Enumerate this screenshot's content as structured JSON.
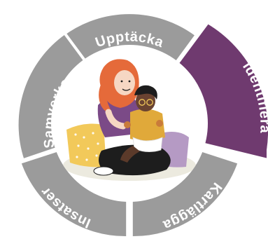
{
  "wheel": {
    "segments": [
      {
        "id": "upptacka",
        "label": "Upptäcka",
        "highlighted": false
      },
      {
        "id": "identifiera",
        "label": "Identifiera",
        "highlighted": true
      },
      {
        "id": "kartlagga",
        "label": "Kartlägga",
        "highlighted": false
      },
      {
        "id": "insatser",
        "label": "Insatser",
        "highlighted": false
      },
      {
        "id": "samverka",
        "label": "Samverka",
        "highlighted": false
      }
    ],
    "colors": {
      "segment": "#9b9b9b",
      "highlight": "#6f3a6f",
      "divider": "#ffffff"
    },
    "center_image": "illustration-parent-with-child"
  }
}
